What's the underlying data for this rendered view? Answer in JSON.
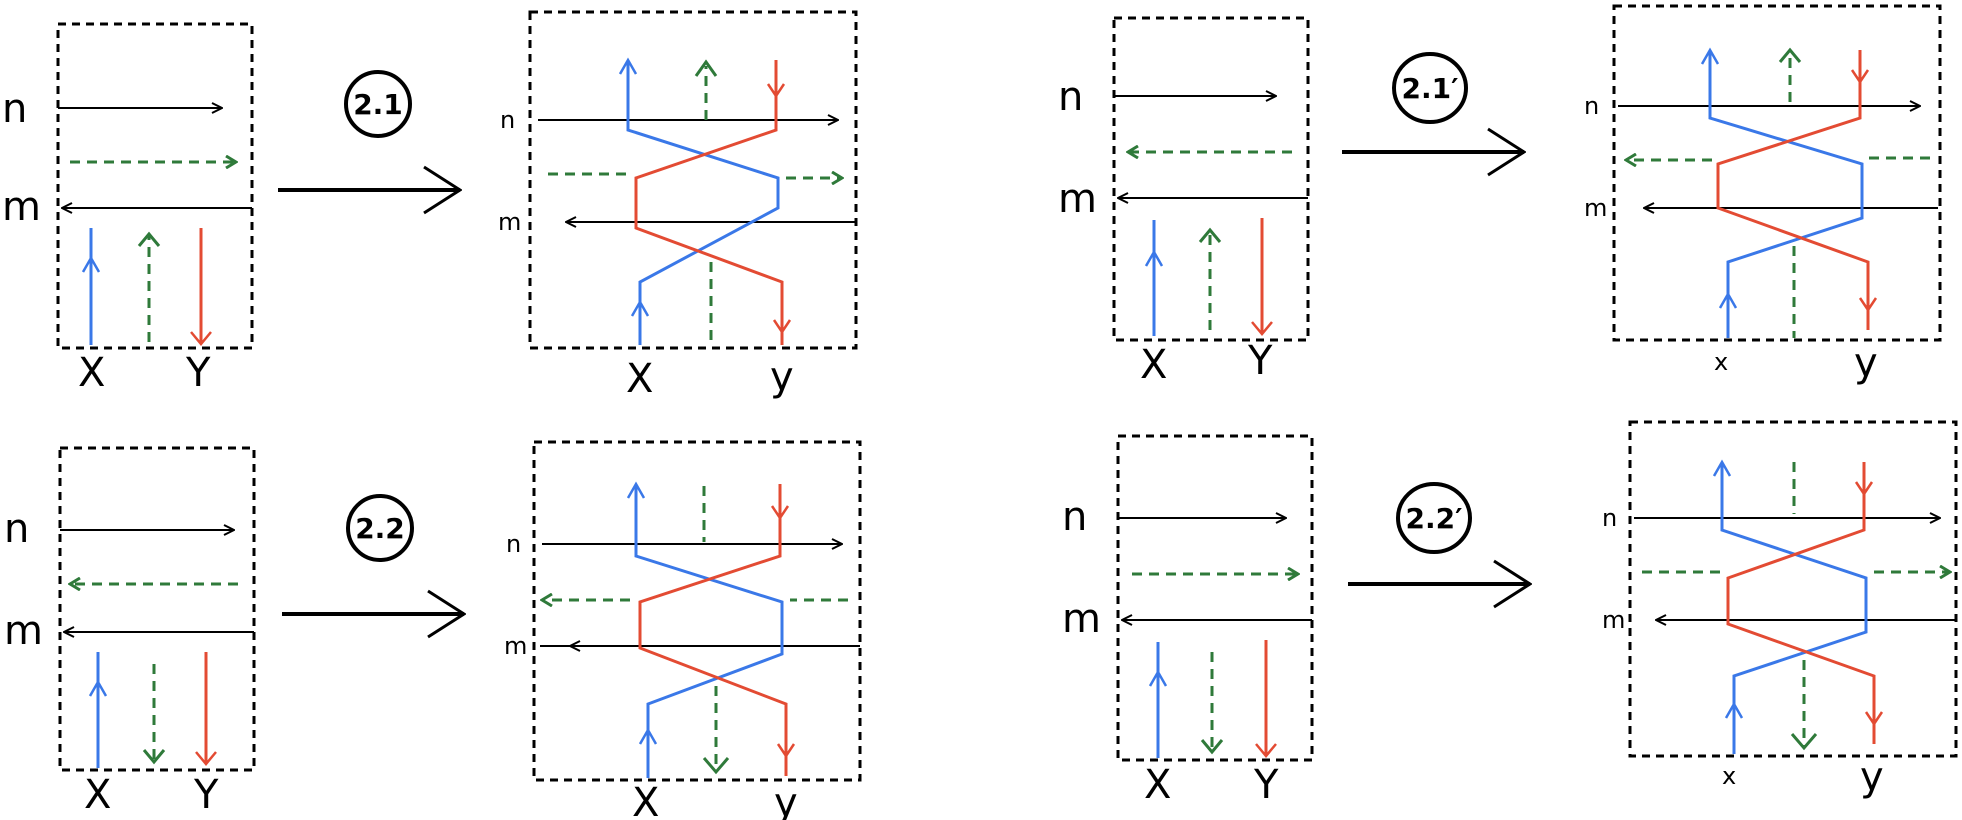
{
  "colors": {
    "black": "#000000",
    "blue": "#3a78e8",
    "red": "#e34b33",
    "green": "#2f7a3a"
  },
  "labels": {
    "n": "n",
    "m": "m",
    "x_upper": "X",
    "y_upper": "Y",
    "x_lower": "x",
    "y_lower": "y"
  },
  "moves": {
    "m21": "2.1",
    "m21p": "2.1′",
    "m22": "2.2",
    "m22p": "2.2′"
  }
}
